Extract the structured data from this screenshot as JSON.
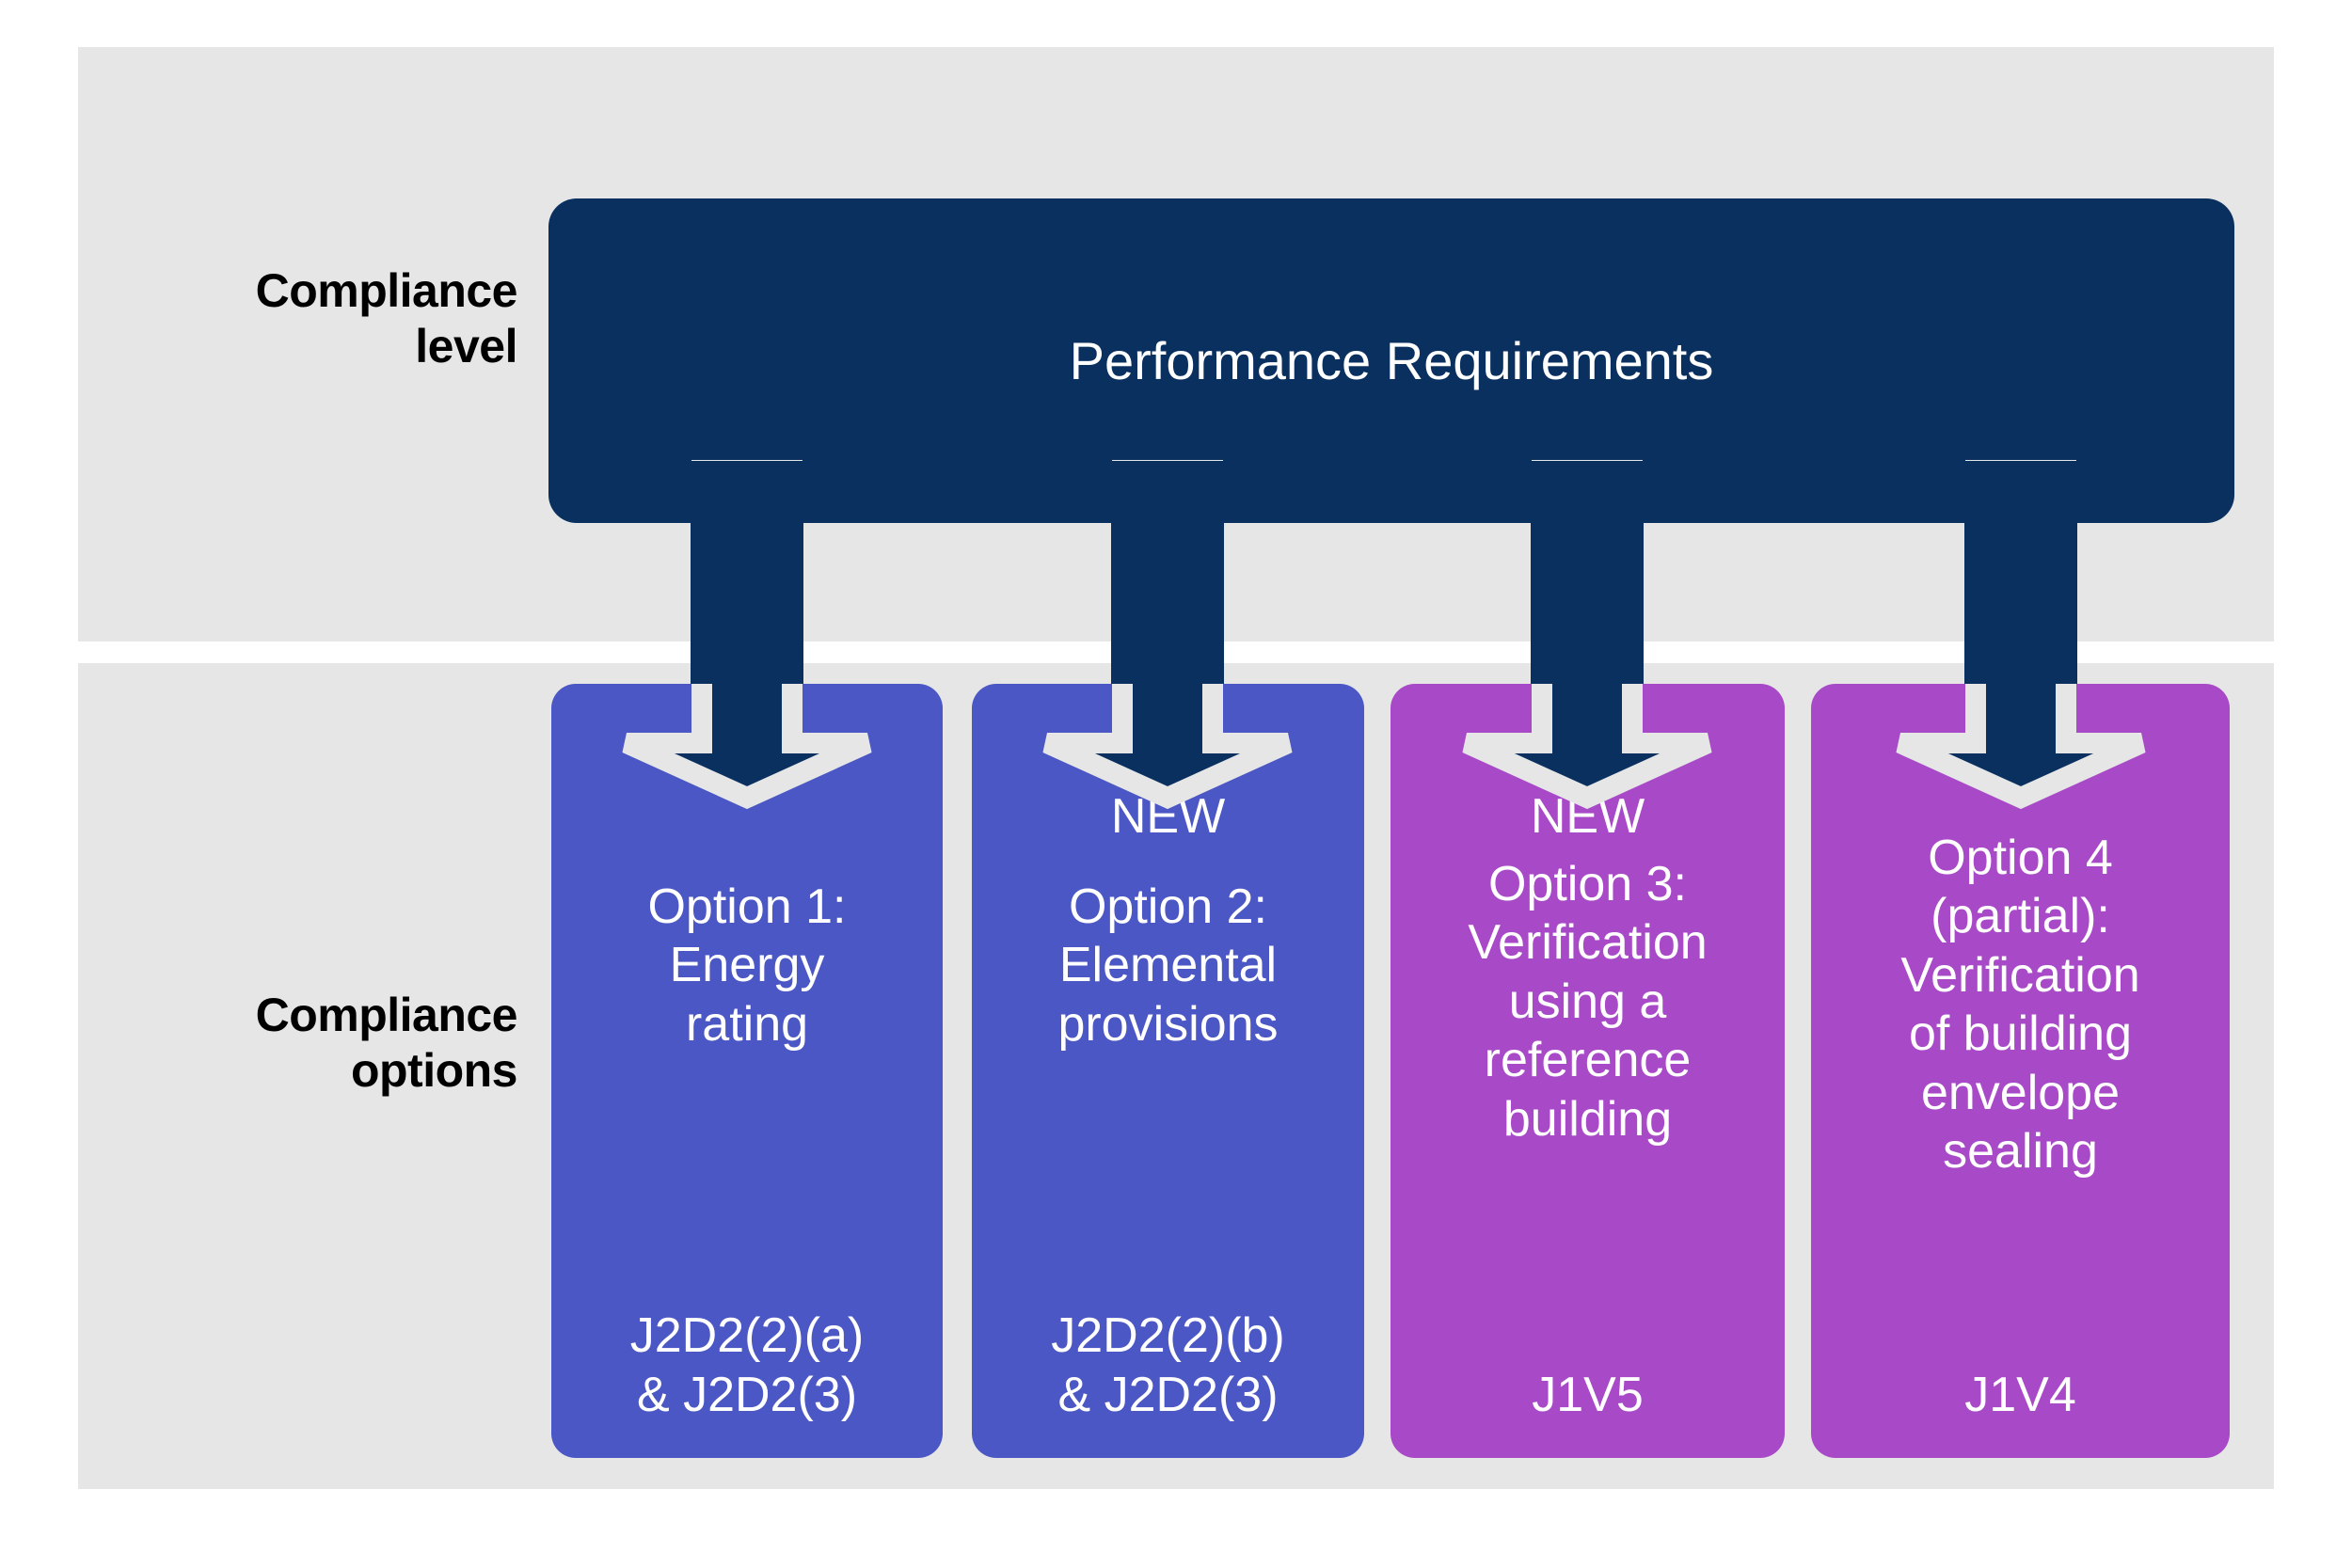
{
  "rows": {
    "level_label": "Compliance\nlevel",
    "options_label": "Compliance\noptions"
  },
  "header": {
    "title": "Performance Requirements",
    "color": "#0a3060"
  },
  "colors": {
    "background": "#ffffff",
    "panel": "#e6e6e6",
    "navy": "#0a3060",
    "blue": "#4a57c4",
    "purple": "#a849c8",
    "text_on_fill": "#ffffff",
    "arrow_outline": "#e6e6e6"
  },
  "options": [
    {
      "badge": "",
      "title": "Option 1:\nEnergy\nrating",
      "code": "J2D2(2)(a)\n& J2D2(3)",
      "color": "#4a57c4"
    },
    {
      "badge": "NEW",
      "title": "Option 2:\nElemental\nprovisions",
      "code": "J2D2(2)(b)\n& J2D2(3)",
      "color": "#4a57c4"
    },
    {
      "badge": "NEW",
      "title": "Option 3:\nVerification\nusing a\nreference\nbuilding",
      "code": "J1V5",
      "color": "#a849c8"
    },
    {
      "badge": "",
      "title": "Option 4\n(partial):\nVerification\nof building\nenvelope\nsealing",
      "code": "J1V4",
      "color": "#a849c8"
    }
  ]
}
